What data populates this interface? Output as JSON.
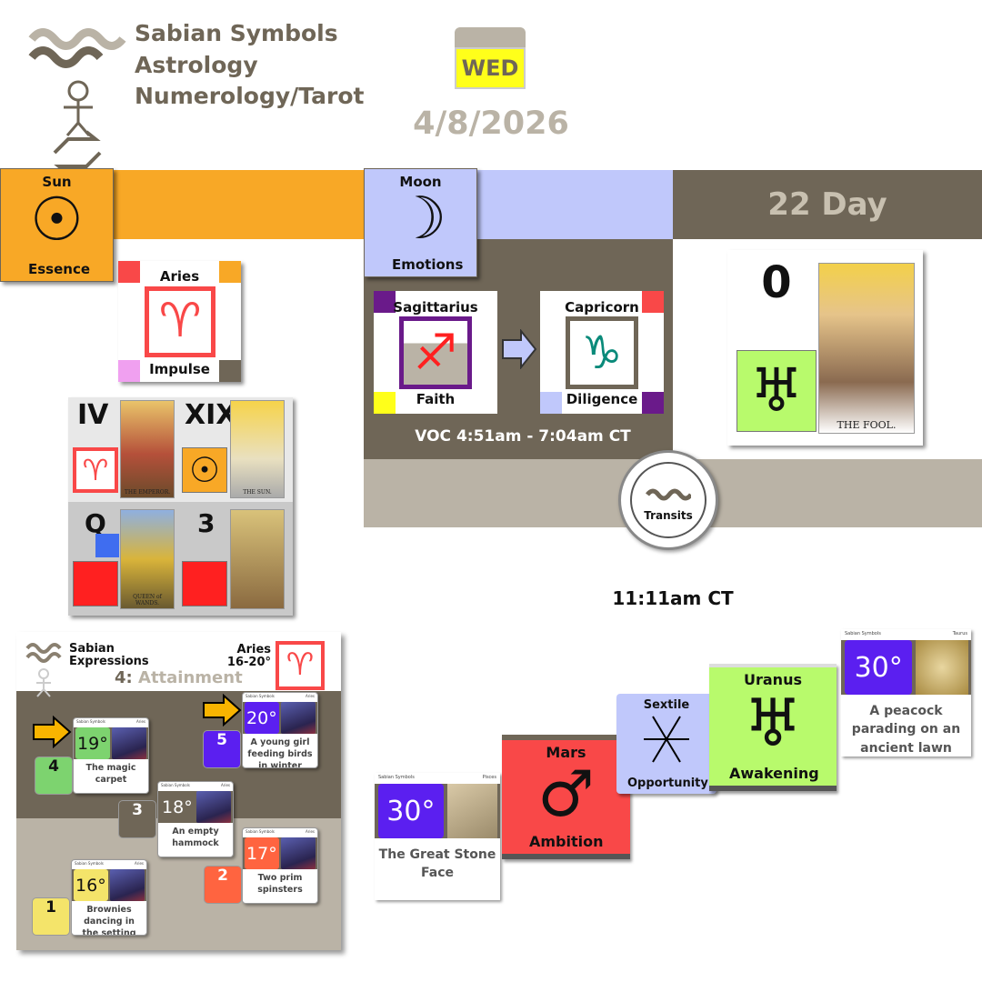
{
  "header": {
    "title_lines": [
      "Sabian Symbols",
      "Astrology",
      "Numerology/Tarot"
    ],
    "weekday": "WED",
    "date": "4/8/2026"
  },
  "sun": {
    "label": "Sun",
    "glyph": "☉",
    "keyword": "Essence"
  },
  "moon": {
    "label": "Moon",
    "glyph": "☽",
    "keyword": "Emotions"
  },
  "aries": {
    "label": "Aries",
    "glyph": "♈",
    "keyword": "Impulse"
  },
  "moon_signs": {
    "from": {
      "label": "Sagittarius",
      "glyph": "♐",
      "keyword": "Faith"
    },
    "to": {
      "label": "Capricorn",
      "glyph": "♑",
      "keyword": "Diligence"
    },
    "voc": "VOC 4:51am - 7:04am CT"
  },
  "day": {
    "label": "22 Day",
    "number": "0",
    "glyph": "♅",
    "card": "THE FOOL."
  },
  "tarot": [
    {
      "numeral": "IV",
      "card": "THE EMPEROR.",
      "glyph": "♈"
    },
    {
      "numeral": "XIX",
      "card": "THE SUN.",
      "glyph": "☉"
    },
    {
      "numeral": "Q",
      "card": "QUEEN of WANDS."
    },
    {
      "numeral": "3",
      "card": ""
    }
  ],
  "transits": {
    "label": "Transits",
    "time": "11:11am CT",
    "start": {
      "sign": "Pisces",
      "degree": "30°",
      "text": "The Great Stone Face"
    },
    "planet1": {
      "label": "Mars",
      "glyph": "♂",
      "keyword": "Ambition"
    },
    "aspect": {
      "label": "Sextile",
      "keyword": "Opportunity"
    },
    "planet2": {
      "label": "Uranus",
      "glyph": "♅",
      "keyword": "Awakening"
    },
    "end": {
      "sign": "Taurus",
      "degree": "30°",
      "text": "A peacock parading on an ancient lawn"
    },
    "card_brand": "Sabian Symbols"
  },
  "sabian": {
    "title": "Sabian Expressions",
    "sign": "Aries",
    "range": "16-20°",
    "heading_num": "4:",
    "heading_word": "Attainment",
    "brand": "Sabian Symbols",
    "cards": [
      {
        "degree": "16°",
        "text": "Brownies dancing in the setting sun",
        "num": "1",
        "color": "#f4e46a"
      },
      {
        "degree": "17°",
        "text": "Two prim spinsters",
        "num": "2",
        "color": "#ff6440"
      },
      {
        "degree": "18°",
        "text": "An empty hammock",
        "num": "3",
        "color": "#6f6657"
      },
      {
        "degree": "19°",
        "text": "The magic carpet",
        "num": "4",
        "color": "#7dd36f"
      },
      {
        "degree": "20°",
        "text": "A young girl feeding birds in winter",
        "num": "5",
        "color": "#5b1ff0"
      }
    ]
  },
  "colors": {
    "orange": "#f8a826",
    "lavender": "#c0c8fb",
    "brown": "#6f6657",
    "gray": "#bab3a6",
    "red": "#f94848",
    "green": "#b8fa6c",
    "purple": "#5b1ff0"
  }
}
